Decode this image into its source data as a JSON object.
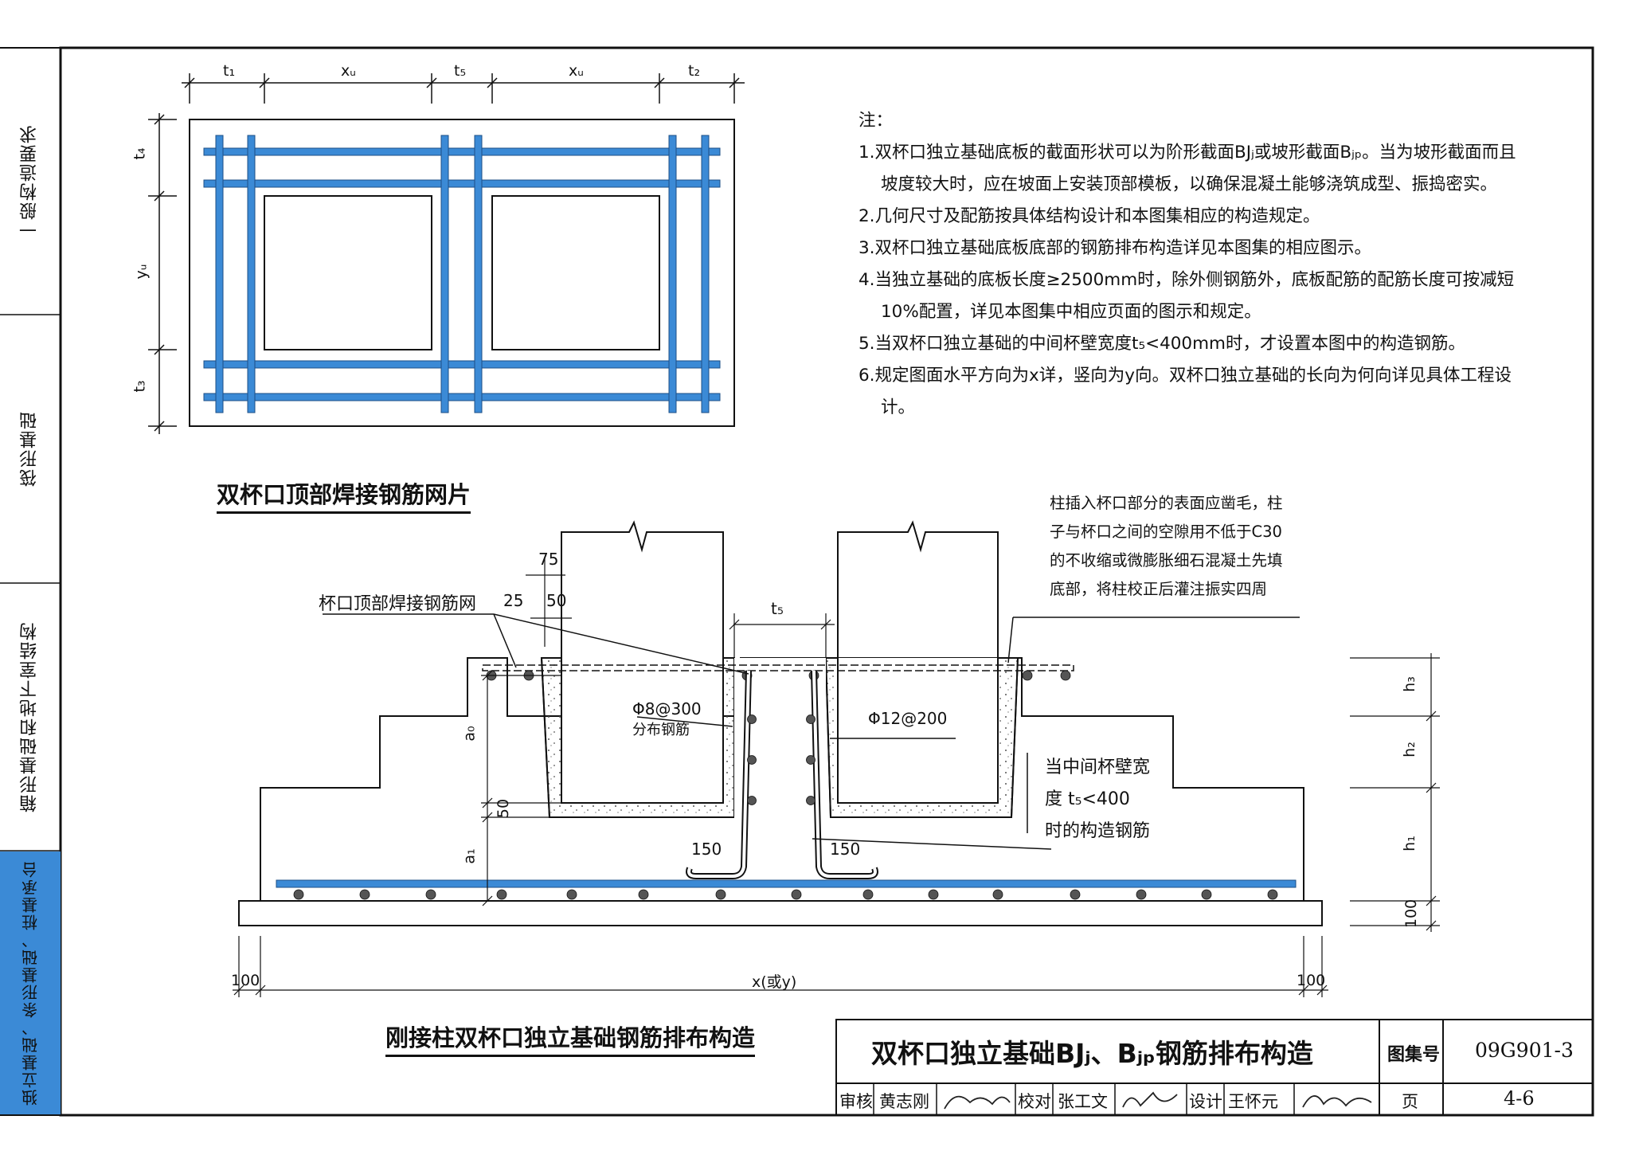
{
  "side_tabs": [
    {
      "label": "一般构造要求",
      "active": false
    },
    {
      "label": "筏形基础",
      "active": false
    },
    {
      "label": "箱形基础和地下室结构",
      "active": false
    },
    {
      "label": "独立基础、条形基础、桩基承台",
      "active": true
    }
  ],
  "top_figure": {
    "caption": "双杯口顶部焊接钢筋网片",
    "dims_horizontal": [
      "t₁",
      "xᵤ",
      "t₅",
      "xᵤ",
      "t₂"
    ],
    "dims_vertical": [
      "t₄",
      "yᵤ",
      "t₃"
    ]
  },
  "notes": {
    "heading": "注：",
    "items": [
      "1.双杯口独立基础底板的截面形状可以为阶形截面BJⱼ或坡形截面Bⱼₚ。当为坡形截面而且坡度较大时，应在坡面上安装顶部模板，以确保混凝土能够浇筑成型、振捣密实。",
      "2.几何尺寸及配筋按具体结构设计和本图集相应的构造规定。",
      "3.双杯口独立基础底板底部的钢筋排布构造详见本图集的相应图示。",
      "4.当独立基础的底板长度≥2500mm时，除外侧钢筋外，底板配筋的配筋长度可按减短10%配置，详见本图集中相应页面的图示和规定。",
      "5.当双杯口独立基础的中间杯壁宽度t₅<400mm时，才设置本图中的构造钢筋。",
      "6.规定图面水平方向为x详，竖向为y向。双杯口独立基础的长向为何向详见具体工程设计。"
    ]
  },
  "section": {
    "caption": "刚接柱双杯口独立基础钢筋排布构造",
    "labels": {
      "mesh": "杯口顶部焊接钢筋网",
      "d75": "75",
      "d25": "25",
      "d50a": "50",
      "t5": "t₅",
      "bar_dist": "Φ8@300",
      "bar_dist_name": "分布钢筋",
      "bar_main": "Φ12@200",
      "a0": "a₀",
      "a1": "a₁",
      "d50b": "50",
      "d150a": "150",
      "d150b": "150",
      "h3": "h₃",
      "h2": "h₂",
      "h1": "h₁",
      "d100v": "100",
      "d100l": "100",
      "d100r": "100",
      "xy": "x(或y)"
    },
    "note_column": "柱插入杯口部分的表面应凿毛，柱子与杯口之间的空隙用不低于C30的不收缩或微膨胀细石混凝土先填底部，将柱校正后灌注振实四周",
    "note_column_lines": [
      "柱插入杯口部分的表面应凿毛，柱",
      "子与杯口之间的空隙用不低于C30",
      "的不收缩或微膨胀细石混凝土先填",
      "底部，将柱校正后灌注振实四周"
    ],
    "note_t5_lines": [
      "当中间杯壁宽",
      "度 t₅<400",
      "时的构造钢筋"
    ]
  },
  "title_block": {
    "title": "双杯口独立基础BJⱼ、Bⱼₚ钢筋排布构造",
    "atlas_label": "图集号",
    "atlas_no": "09G901-3",
    "review_label": "审核",
    "reviewer": "黄志刚",
    "check_label": "校对",
    "checker": "张工文",
    "design_label": "设计",
    "designer": "王怀元",
    "page_label": "页",
    "page_no": "4-6"
  },
  "colors": {
    "rebar_blue": "#3b8ad6",
    "line": "#111111",
    "tab_active": "#3b8ad6"
  }
}
